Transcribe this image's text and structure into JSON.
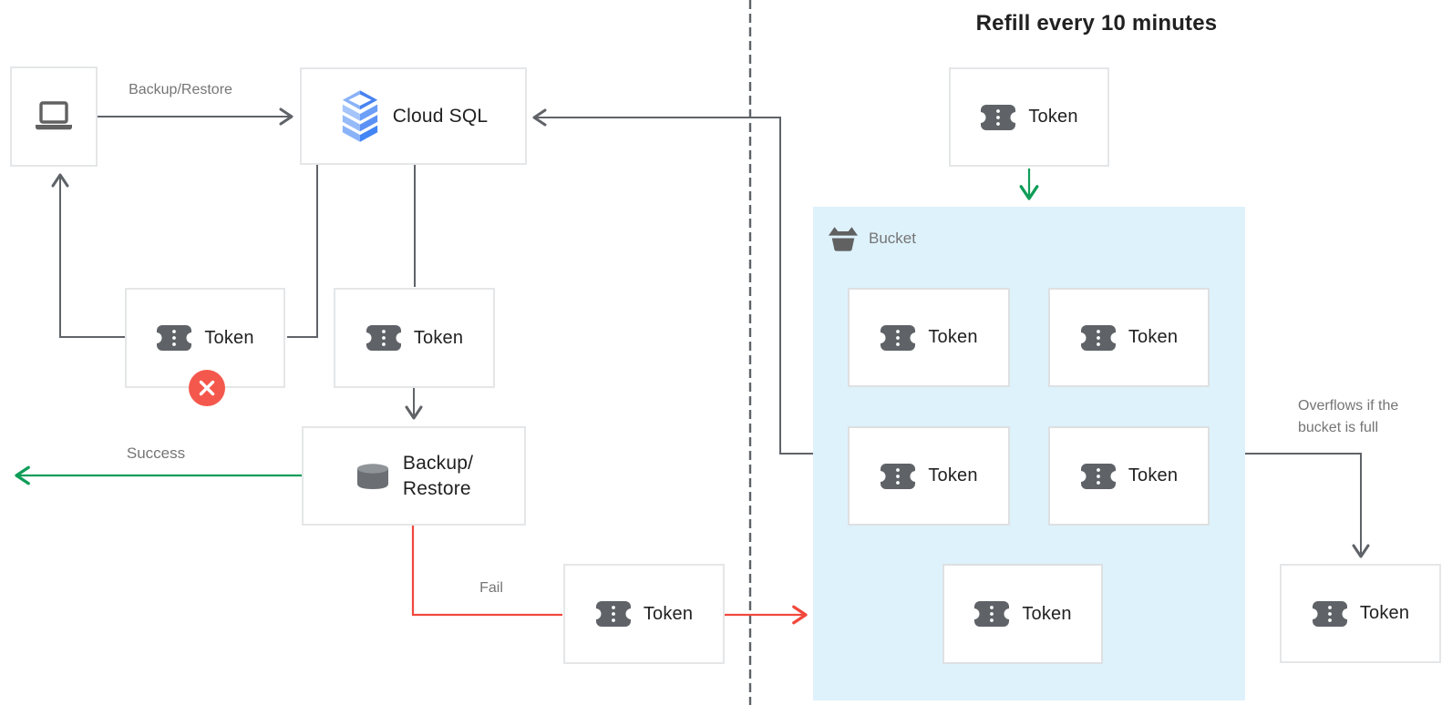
{
  "title": "Refill every 10 minutes",
  "node_labels": {
    "cloud_sql": "Cloud SQL",
    "token": "Token",
    "backup_line1": "Backup/",
    "backup_line2": "Restore",
    "bucket": "Bucket"
  },
  "edge_labels": {
    "client_to_cloudsql": "Backup/Restore",
    "success": "Success",
    "fail": "Fail",
    "overflow_line1": "Overflows if the",
    "overflow_line2": "bucket is full"
  },
  "icons": {
    "client": "laptop-icon",
    "cloud_sql": "cloud-sql-stack-icon",
    "token": "token-ticket-icon",
    "backup_restore": "database-icon",
    "bucket": "bucket-icon",
    "rejected": "red-x-badge"
  },
  "colors": {
    "connector_gray": "#5F6368",
    "success_green": "#0F9D58",
    "fail_red": "#F2483C",
    "badge_red": "#F4584C",
    "bucket_bg": "#DEF2FC",
    "box_border": "#E4E6E8",
    "text_dark": "#212121",
    "text_gray": "#757575",
    "icon_gray": "#616161",
    "cloud_sql_blue": "#4285F4"
  }
}
